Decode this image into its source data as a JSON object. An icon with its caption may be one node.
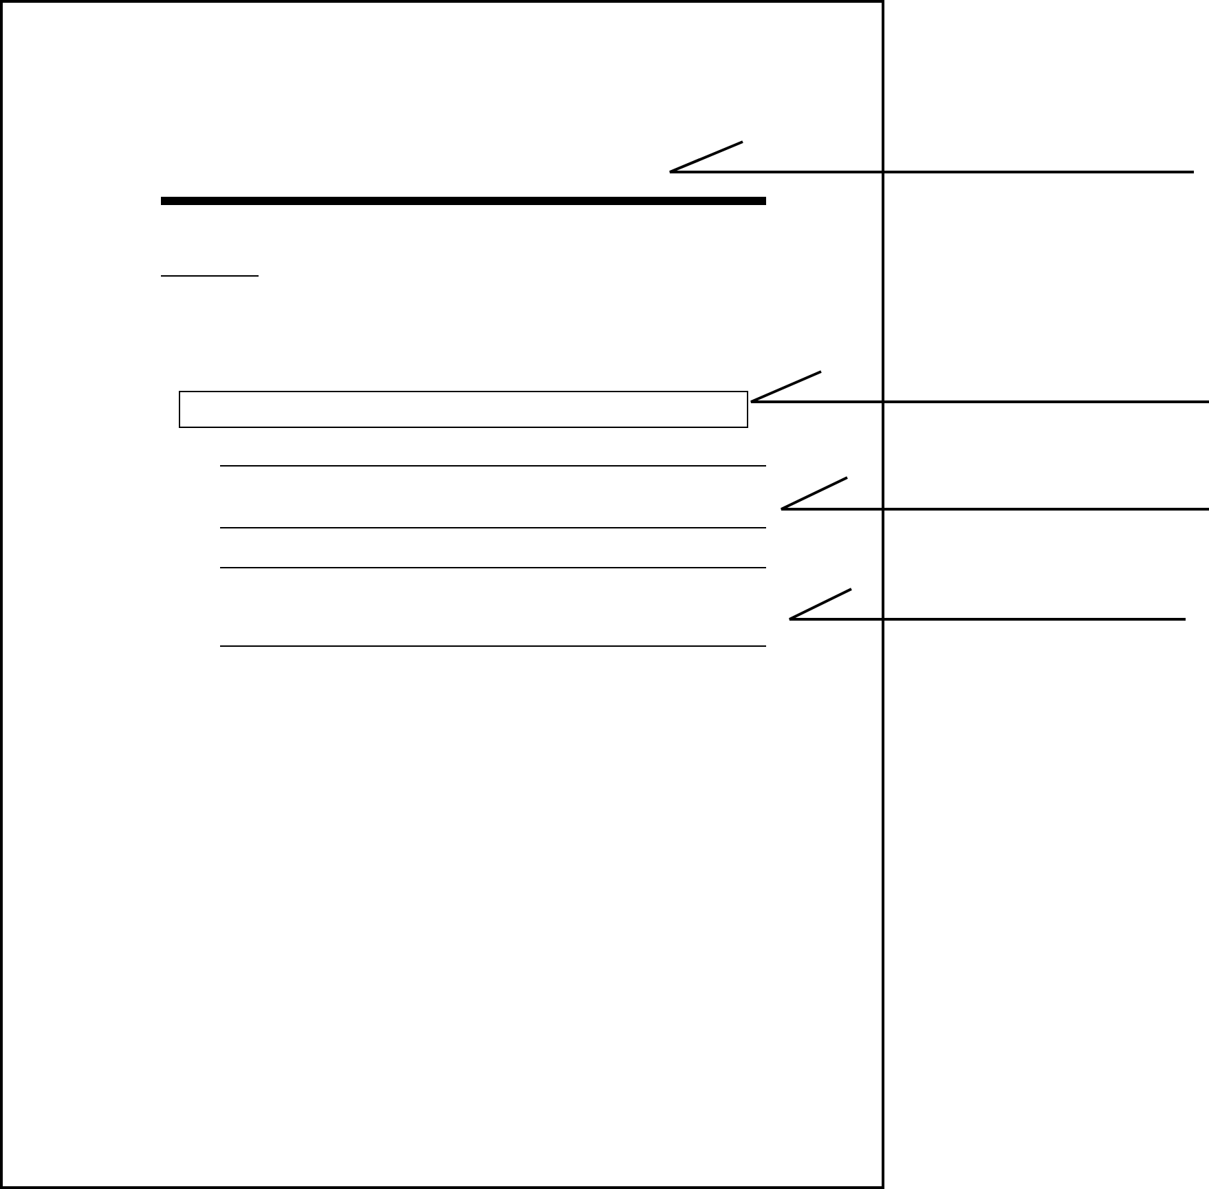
{
  "diagram": {
    "nodes": [
      {
        "text": [],
        "shape": "box"
      },
      {
        "text": [],
        "shape": "bar",
        "in": 0
      },
      {
        "text": [],
        "shape": "box",
        "in": 0
      },
      {
        "text": [],
        "shape": "band",
        "in": 0
      },
      {
        "text": [],
        "shape": "band",
        "in": 0
      }
    ],
    "edges": [
      {
        "from": null,
        "to": 1,
        "arrow": "none"
      },
      {
        "from": null,
        "to": 2,
        "arrow": "none"
      },
      {
        "from": null,
        "to": 3,
        "arrow": "none"
      },
      {
        "from": null,
        "to": 4,
        "arrow": "none"
      }
    ]
  }
}
